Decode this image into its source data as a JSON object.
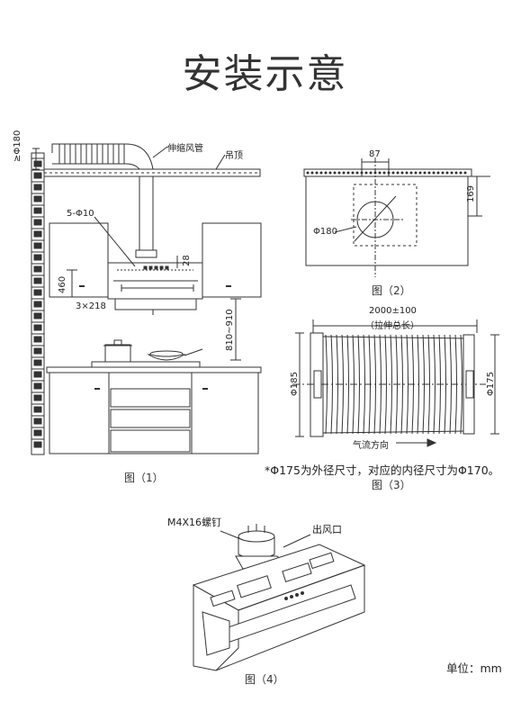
{
  "page": {
    "title": "安装示意",
    "unit_note": "单位：mm"
  },
  "figure1": {
    "caption": "图（1）",
    "labels": {
      "duct": "伸缩风管",
      "ceiling": "吊顶",
      "duct_dia": "≥Φ180",
      "holes": "5-Φ10",
      "spacing": "3×218",
      "cab_h": "460",
      "dim_28": "28",
      "height": "810~910"
    }
  },
  "figure2": {
    "caption": "图（2）",
    "labels": {
      "dim_87": "87",
      "dim_169": "169",
      "dia": "Φ180"
    }
  },
  "figure3": {
    "caption": "图（3）",
    "labels": {
      "length": "2000±100",
      "length_note": "（拉伸总长）",
      "d_left": "Φ185",
      "d_right": "Φ175",
      "flow": "气流方向"
    },
    "note": "*Φ175为外径尺寸，对应的内径尺寸为Φ170。"
  },
  "figure4": {
    "caption": "图（4）",
    "labels": {
      "screw": "M4X16螺钉",
      "outlet": "出风口"
    }
  }
}
